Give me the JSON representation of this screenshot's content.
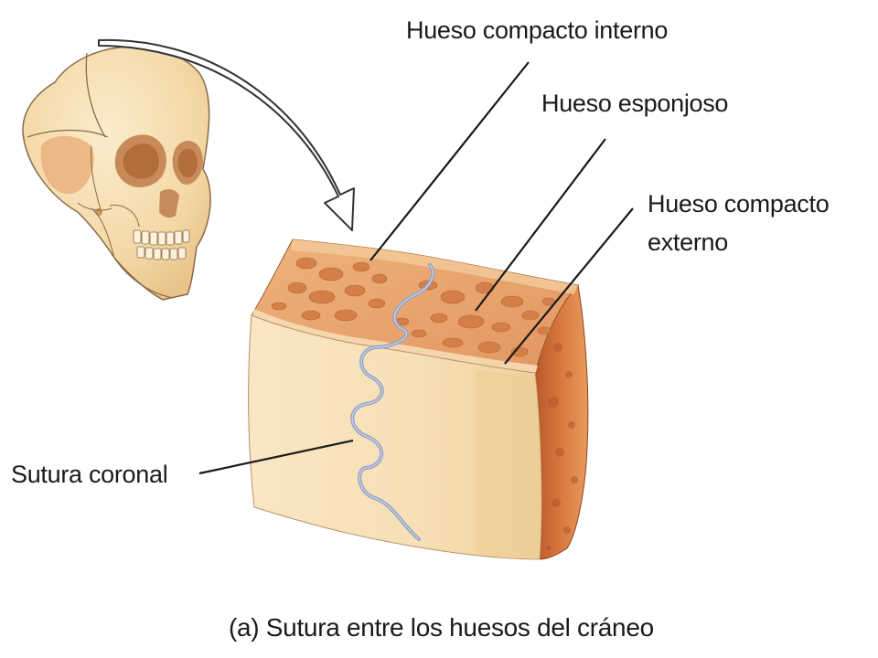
{
  "labels": {
    "inner_compact": "Hueso compacto interno",
    "spongy": "Hueso esponjoso",
    "outer_compact_line1": "Hueso compacto",
    "outer_compact_line2": "externo",
    "coronal_suture": "Sutura coronal"
  },
  "caption": "(a) Sutura entre los huesos del cráneo",
  "colors": {
    "skull": "#f4dcae",
    "skull_shadow": "#e8a878",
    "bone_face": "#f8e4be",
    "spongy": "#e7a06a",
    "spongy_holes": "#d27e48",
    "side_face": "#d4703a",
    "suture": "#8f9ec4",
    "arrow_fill": "#ffffff",
    "arrow_stroke": "#333333",
    "text": "#1a1a1a"
  }
}
